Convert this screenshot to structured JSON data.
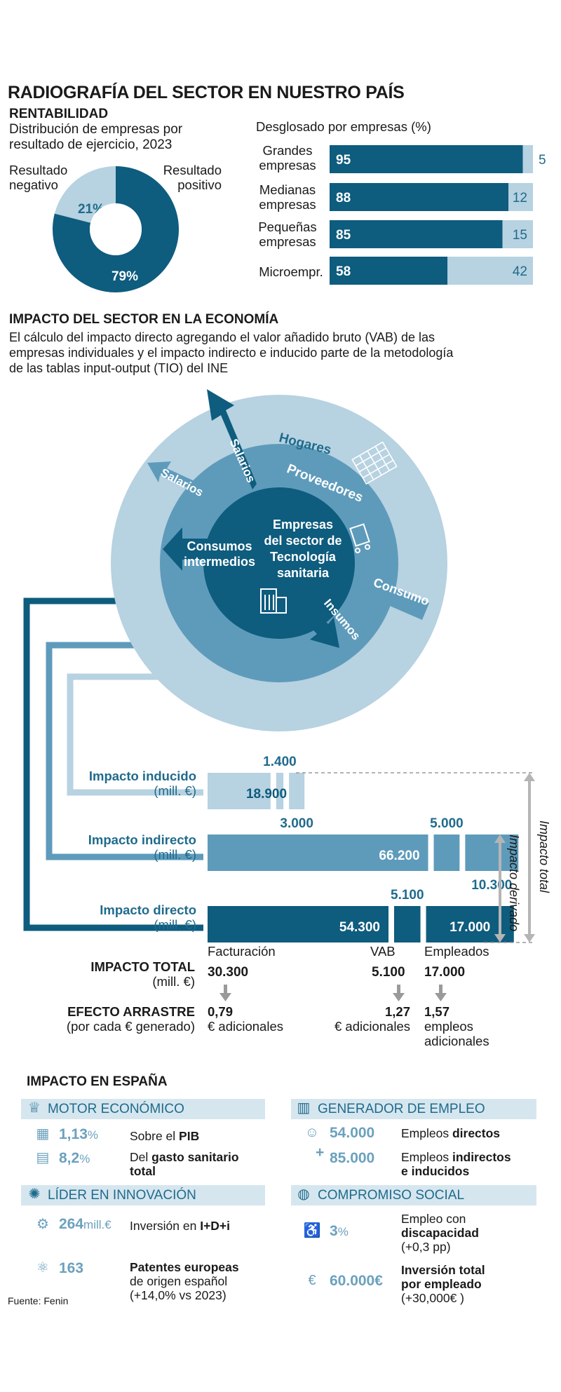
{
  "title": "RADIOGRAFÍA DEL SECTOR EN NUESTRO PAÍS",
  "rentabilidad": {
    "heading": "RENTABILIDAD",
    "subtitle_l1": "Distribución de empresas por",
    "subtitle_l2": "resultado de ejercicio, 2023",
    "neg_label_l1": "Resultado",
    "neg_label_l2": "negativo",
    "pos_label_l1": "Resultado",
    "pos_label_l2": "positivo",
    "neg_value_label": "21%",
    "pos_value_label": "79%",
    "breakdown_title": "Desglosado por empresas (%)"
  },
  "impacto_sector": {
    "heading": "IMPACTO DEL SECTOR EN LA ECONOMÍA",
    "desc_l1": "El cálculo del impacto directo agregando el valor añadido bruto (VAB) de las",
    "desc_l2": "empresas individuales y el impacto indirecto e inducido parte de la metodología",
    "desc_l3": "de las tablas input-output (TIO) del INE"
  },
  "diagram": {
    "outer_label": "Hogares",
    "middle_label": "Proveedores",
    "center_l1": "Empresas",
    "center_l2": "del sector de",
    "center_l3": "Tecnología",
    "center_l4": "sanitaria",
    "arrow_salarios_inner": "Salarios",
    "arrow_salarios_outer": "Salarios",
    "arrow_consumos_l1": "Consumos",
    "arrow_consumos_l2": "intermedios",
    "arrow_consumo": "Consumo",
    "arrow_insumos": "Insumos"
  },
  "impact_labels": {
    "inducido_l1": "Impacto inducido",
    "inducido_l2": "(mill. €)",
    "indirecto_l1": "Impacto indirecto",
    "indirecto_l2": "(mill. €)",
    "directo_l1": "Impacto directo",
    "directo_l2": "(mill. €)",
    "impacto_derivado": "Impacto derivado",
    "impacto_total": "Impacto total"
  },
  "totals": {
    "col_facturacion": "Facturación",
    "col_vab": "VAB",
    "col_empleados": "Empleados",
    "impacto_total_l1": "IMPACTO TOTAL",
    "impacto_total_l2": "(mill. €)",
    "total_facturacion": "30.300",
    "total_vab": "5.100",
    "total_empleados": "17.000",
    "efecto_l1": "EFECTO ARRASTRE",
    "efecto_l2": "(por cada € generado)",
    "efecto_fact_value": "0,79",
    "efecto_fact_unit": "€ adicionales",
    "efecto_vab_value": "1,27",
    "efecto_vab_unit": "€ adicionales",
    "efecto_emp_value": "1,57",
    "efecto_emp_unit_l1": "empleos",
    "efecto_emp_unit_l2": "adicionales"
  },
  "espana": {
    "heading": "IMPACTO EN ESPAÑA",
    "motor": {
      "title": "MOTOR ECONÓMICO",
      "pib_value": "1,13",
      "pib_unit": "%",
      "pib_desc_a": "Sobre el ",
      "pib_desc_b": "PIB",
      "gasto_value": "8,2",
      "gasto_unit": "%",
      "gasto_desc_a": "Del ",
      "gasto_desc_b": "gasto sanitario",
      "gasto_desc_c": "total"
    },
    "empleo": {
      "title": "GENERADOR DE EMPLEO",
      "directos_value": "54.000",
      "directos_desc_a": "Empleos ",
      "directos_desc_b": "directos",
      "plus": "+",
      "indirectos_value": "85.000",
      "indirectos_desc_a": "Empleos ",
      "indirectos_desc_b": "indirectos",
      "indirectos_desc_c": "e inducidos"
    },
    "innovacion": {
      "title": "LÍDER EN INNOVACIÓN",
      "inversion_value": "264",
      "inversion_unit": "mill.€",
      "inversion_desc_a": "Inversión en ",
      "inversion_desc_b": "I+D+i",
      "patentes_value": "163",
      "patentes_desc_a": "Patentes europeas",
      "patentes_desc_b": "de origen español",
      "patentes_desc_c": "(+14,0% vs 2023)"
    },
    "social": {
      "title": "COMPROMISO SOCIAL",
      "disc_value": "3",
      "disc_unit": "%",
      "disc_desc_a": "Empleo con",
      "disc_desc_b": "discapacidad",
      "disc_desc_c": "(+0,3 pp)",
      "inv_value": "60.000€",
      "inv_desc_a": "Inversión total",
      "inv_desc_b": "por empleado",
      "inv_desc_c": "(+30,000€ )"
    }
  },
  "source": "Fuente: Fenin",
  "colors": {
    "dark": "#0e5c7e",
    "mid": "#5e9bbb",
    "light": "#b7d2e1",
    "accent_text": "#1f6b8c"
  },
  "chart_data": [
    {
      "type": "pie",
      "categories": [
        "Resultado negativo",
        "Resultado positivo"
      ],
      "values": [
        21,
        79
      ]
    },
    {
      "type": "bar",
      "title": "Desglosado por empresas (%)",
      "categories": [
        "Grandes empresas",
        "Medianas empresas",
        "Pequeñas empresas",
        "Microempr."
      ],
      "series": [
        {
          "values": [
            95,
            88,
            85,
            58
          ]
        },
        {
          "values": [
            5,
            12,
            15,
            42
          ]
        }
      ],
      "ylim": [
        0,
        100
      ]
    },
    {
      "type": "bar",
      "categories": [
        "Impacto inducido",
        "Impacto indirecto",
        "Impacto directo"
      ],
      "series": [
        {
          "name": "Facturación",
          "values": [
            18900,
            66200,
            54300
          ]
        },
        {
          "name": "VAB",
          "values": [
            1400,
            5000,
            5100
          ]
        },
        {
          "name": "Empleados",
          "values": [
            3000,
            10300,
            17000
          ]
        }
      ]
    }
  ]
}
